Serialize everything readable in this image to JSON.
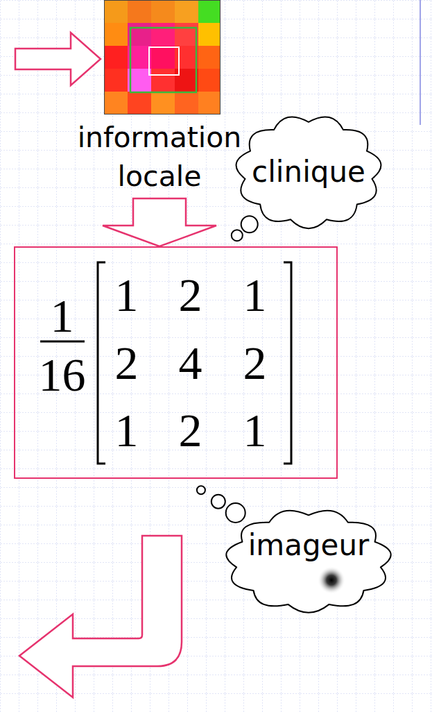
{
  "diagram": {
    "nodes": [
      {
        "text": [
          "information locale"
        ]
      },
      {
        "text": [
          "clinique"
        ]
      },
      {
        "text": [
          "1",
          "16",
          "1",
          "2",
          "1",
          "2",
          "4",
          "2",
          "1",
          "2",
          "1"
        ]
      },
      {
        "text": [
          "imageur"
        ]
      }
    ],
    "edges": [
      {
        "from": 0,
        "to": 2,
        "arrow": "to"
      },
      {
        "from": 1,
        "to": 2,
        "arrow": "none"
      },
      {
        "from": 3,
        "to": 2,
        "arrow": "none"
      }
    ]
  }
}
